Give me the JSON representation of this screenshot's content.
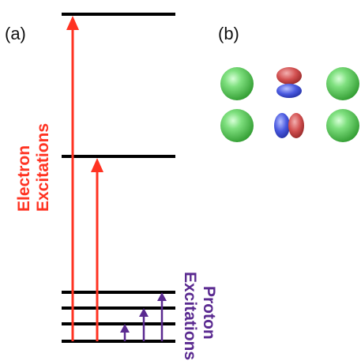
{
  "panel_a_label": "(a)",
  "panel_b_label": "(b)",
  "electron_label": {
    "line1": "Electron",
    "line2": "Excitations"
  },
  "proton_label": {
    "line1": "Proton",
    "line2": "Excitations"
  },
  "colors": {
    "level_line": "#000000",
    "electron": "#ff3322",
    "proton": "#5a2a90",
    "sphere": "#4cc64c",
    "lobe_red": "#c43a3a",
    "lobe_blue": "#3a4ad0"
  }
}
